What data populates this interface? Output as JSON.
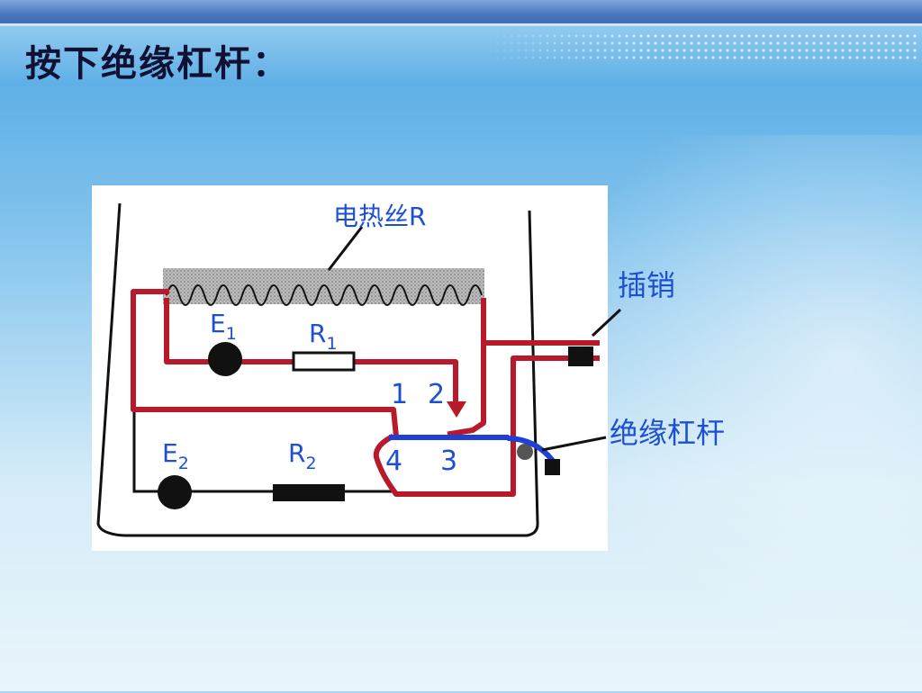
{
  "slide": {
    "title": "按下绝缘杠杆："
  },
  "diagram": {
    "heater_label": "电热丝R",
    "e1_label": "E",
    "e1_sub": "1",
    "r1_label": "R",
    "r1_sub": "1",
    "e2_label": "E",
    "e2_sub": "2",
    "r2_label": "R",
    "r2_sub": "2",
    "contact_1": "1",
    "contact_2": "2",
    "contact_3": "3",
    "contact_4": "4",
    "pin_label": "插销",
    "lever_label": "绝缘杠杆"
  },
  "colors": {
    "wire_red": "#b8192b",
    "switch_blue": "#1f3fd6",
    "label_blue": "#1d4fd1",
    "title_text": "#111133"
  }
}
